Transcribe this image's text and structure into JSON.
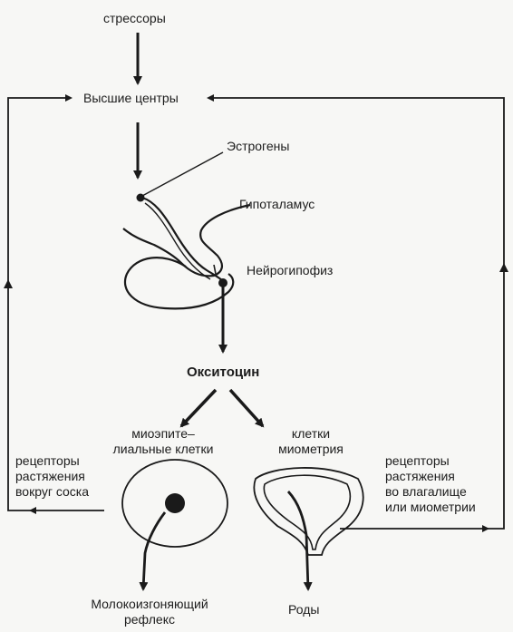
{
  "labels": {
    "stressors": "стрессоры",
    "higher_centers": "Высшие центры",
    "estrogens": "Эстрогены",
    "hypothalamus": "Гипоталамус",
    "neurohypophysis": "Нейрогипофиз",
    "oxytocin": "Окситоцин",
    "myoepithelial_1": "миоэпите–",
    "myoepithelial_2": "лиальные клетки",
    "myometrium_1": "клетки",
    "myometrium_2": "миометрия",
    "nipple_receptors_1": "рецепторы",
    "nipple_receptors_2": "растяжения",
    "nipple_receptors_3": "вокруг соска",
    "vaginal_receptors_1": "рецепторы",
    "vaginal_receptors_2": "растяжения",
    "vaginal_receptors_3": "во влагалище",
    "vaginal_receptors_4": "или миометрии",
    "milk_reflex_1": "Молокоизгоняющий",
    "milk_reflex_2": "рефлекс",
    "birth": "Роды"
  },
  "colors": {
    "ink": "#1a1a1a",
    "paper": "#f7f7f5"
  }
}
